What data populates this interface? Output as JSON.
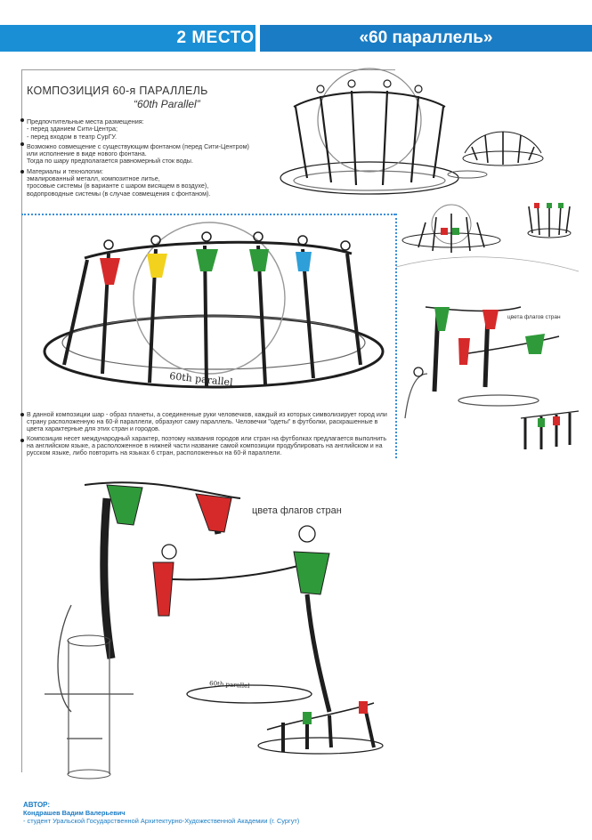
{
  "header": {
    "place_label": "2 МЕСТО",
    "project_title": "«60 параллель»",
    "colors": {
      "banner_left": "#1a8fd6",
      "banner_right": "#1a7cc4"
    }
  },
  "composition": {
    "title": "КОМПОЗИЦИЯ 60-я ПАРАЛЛЕЛЬ",
    "subtitle": "“60th Parallel”"
  },
  "description": {
    "placement_heading": "Предпочтительные места размещения:",
    "placement_1": "-  перед зданием Сити-Центра;",
    "placement_2": "-  перед входом в театр СурГУ.",
    "fountain_1": "Возможно совмещение с существующим фонтаном (перед Сити-Центром)",
    "fountain_2": "или исполнение в виде нового фонтана.",
    "fountain_3": "Тогда по шару предполагается равномерный сток воды.",
    "materials_heading": "Материалы и технологии:",
    "materials_1": "эмалированный металл, композитное литье,",
    "materials_2": "тросовые системы (в варианте с шаром висящем в воздухе),",
    "materials_3": "водопроводные системы (в случае совмещения с фонтаном)."
  },
  "concept": {
    "text_1": "В данной композиции шар - образ планеты, а соединенные руки человечков, каждый из которых символизирует город или страну расположенную на 60-й параллели, образуют саму параллель. Человечки \"одеты\" в футболки, раскрашенные в цвета характерные для этих стран и городов.",
    "text_2": "Композиция несет международный характер, поэтому названия городов или стран на футболках предлагается выполнить на английском языке, а расположенное в нижней части название самой композиции продублировать на английском и на русском языке, либо повторить на языках 6 стран, расположенных на 60-й параллели."
  },
  "sketch_labels": {
    "main_base": "60th parallel",
    "flags_small": "цвета флагов стран",
    "flags_large": "цвета флагов стран",
    "base_small": "60th parallel"
  },
  "author": {
    "label": "АВТОР:",
    "name": "Кондрашев Вадим Валерьевич",
    "info": "- студент Уральской Государственной Архитектурно-Художественной Академии (г. Сургут)"
  },
  "palette": {
    "green": "#2f9a3a",
    "red": "#d62a2a",
    "yellow": "#f2d21c",
    "blue": "#2e9fd8",
    "ink": "#1e1e1e"
  }
}
